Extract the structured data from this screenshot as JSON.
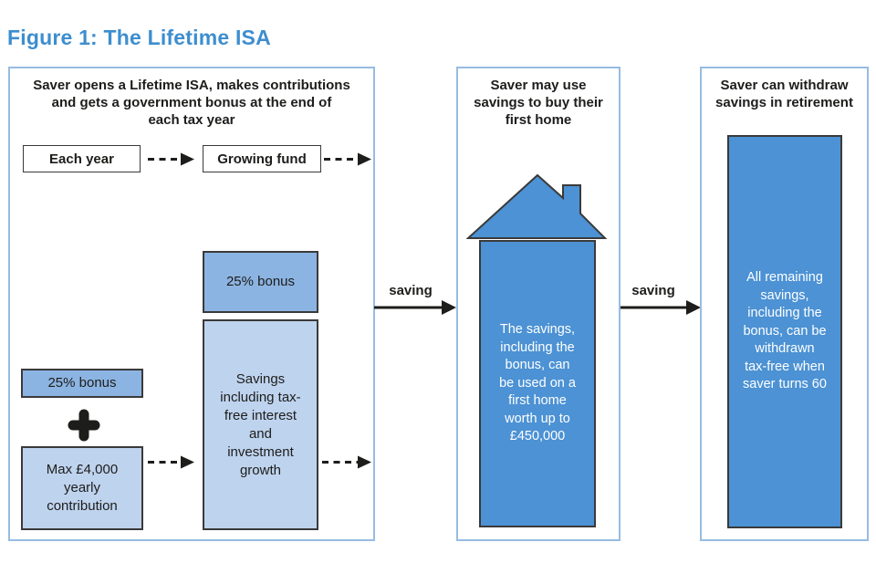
{
  "figure": {
    "title": "Figure 1: The Lifetime ISA"
  },
  "colors": {
    "title_blue": "#3d8ecf",
    "panel_border": "#97bce3",
    "box_border": "#3a3a3a",
    "dark_blue": "#4c92d4",
    "mid_blue": "#8cb4e2",
    "light_blue": "#bed3ee",
    "ink": "#1d1d1b",
    "white": "#ffffff"
  },
  "icons": {
    "plus_icon": "plus",
    "house_roof_icon": "house-roof-with-chimney",
    "dashed_arrow_icon": "dashed-right-arrow",
    "solid_arrow_icon": "solid-right-arrow"
  },
  "panel_contributions": {
    "header": "Saver opens a Lifetime ISA, makes contributions\nand gets a government bonus at the end of\neach tax year",
    "each_year_label": "Each year",
    "growing_fund_label": "Growing fund",
    "bonus_top_label": "25% bonus",
    "savings_growth_label": "Savings\nincluding tax-\nfree interest\nand\ninvestment\ngrowth",
    "bonus_small_label": "25% bonus",
    "max_contribution_label": "Max £4,000\nyearly\ncontribution"
  },
  "flow": {
    "saving_label_1": "saving",
    "saving_label_2": "saving"
  },
  "panel_first_home": {
    "header": "Saver may use\nsavings to buy their\nfirst home",
    "body_text": "The savings,\nincluding the\nbonus, can\nbe used on a\nfirst home\nworth up to\n£450,000"
  },
  "panel_retirement": {
    "header": "Saver can withdraw\nsavings in retirement",
    "body_text": "All remaining\nsavings,\nincluding the\nbonus, can be\nwithdrawn\ntax-free when\nsaver turns 60"
  }
}
